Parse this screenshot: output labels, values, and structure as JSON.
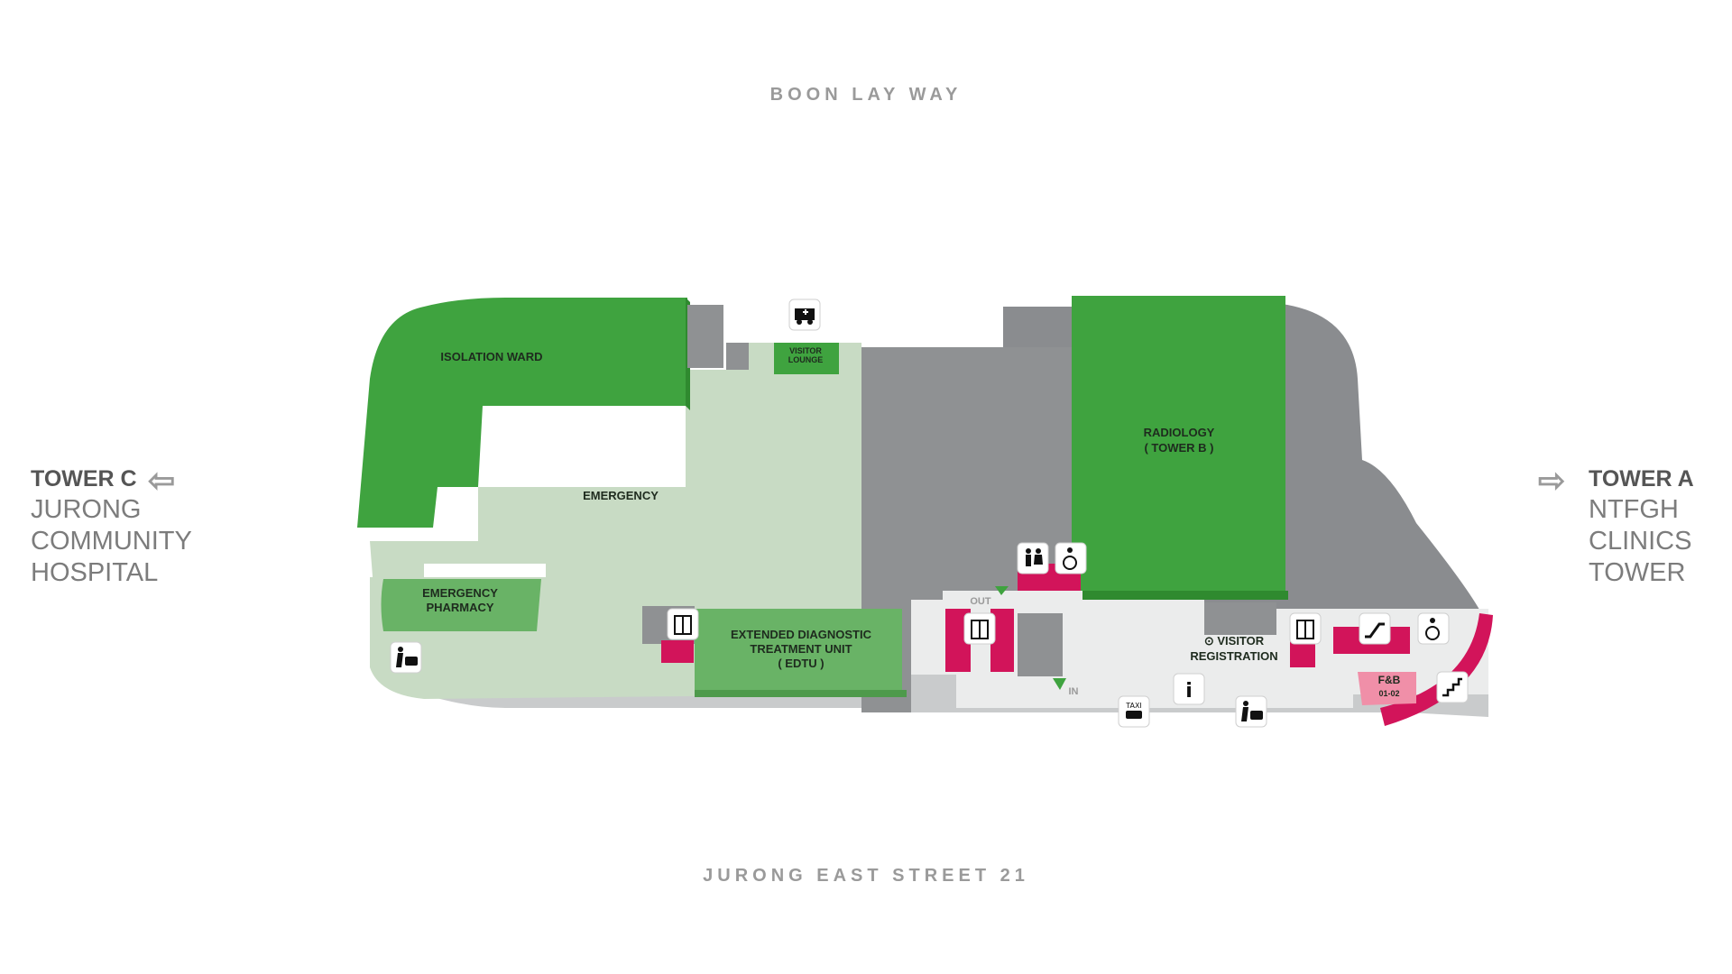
{
  "streets": {
    "north": "BOON LAY WAY",
    "south": "JURONG EAST STREET 21"
  },
  "towers": {
    "left": {
      "name": "TOWER C",
      "line1": "JURONG",
      "line2": "COMMUNITY",
      "line3": "HOSPITAL",
      "arrow": "⇦"
    },
    "right": {
      "name": "TOWER A",
      "line1": "NTFGH",
      "line2": "CLINICS",
      "line3": "TOWER",
      "arrow": "⇨"
    }
  },
  "rooms": {
    "isolation_ward": "ISOLATION WARD",
    "emergency": "EMERGENCY",
    "visitor_lounge_1": "VISITOR",
    "visitor_lounge_2": "LOUNGE",
    "emergency_pharmacy_1": "EMERGENCY",
    "emergency_pharmacy_2": "PHARMACY",
    "edtu_1": "EXTENDED DIAGNOSTIC",
    "edtu_2": "TREATMENT UNIT",
    "edtu_3": "( EDTU )",
    "radiology_1": "RADIOLOGY",
    "radiology_2": "( TOWER B )",
    "visitor_registration_1": "⊙ VISITOR",
    "visitor_registration_2": "REGISTRATION",
    "fnb": "F&B",
    "fnb_unit": "01-02",
    "out_label": "OUT",
    "in_label": "IN",
    "taxi": "TAXI",
    "info": "i"
  },
  "colors": {
    "green_dark": "#3fa33f",
    "green_mid": "#69b366",
    "green_light": "#c8dbc4",
    "grey_area": "#8a8c8f",
    "corridor": "#ebecec",
    "magenta": "#d2145a",
    "fnb_pink": "#f08fa8"
  },
  "icons": [
    "ambulance-icon",
    "lift-icon",
    "toilet-icon",
    "wheelchair-icon",
    "escalator-icon",
    "staircase-icon",
    "taxi-icon",
    "information-icon",
    "drop-off-icon"
  ]
}
